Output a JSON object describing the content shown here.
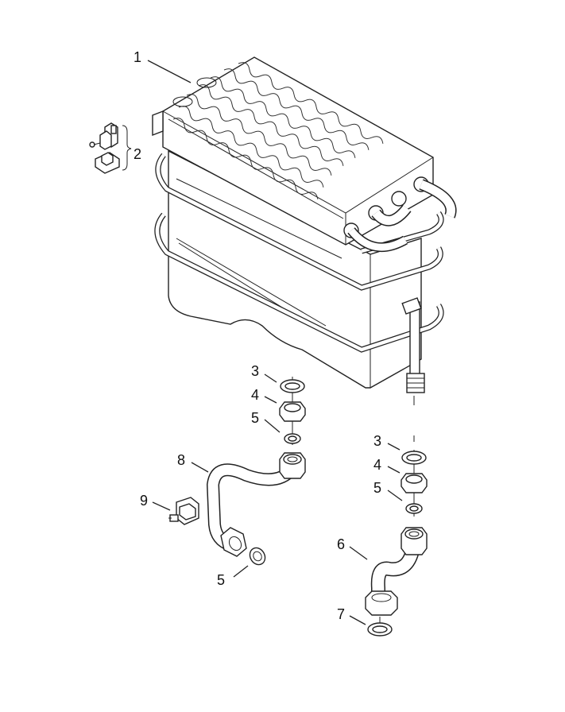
{
  "diagram": {
    "callouts": [
      {
        "id": "c1",
        "text": "1"
      },
      {
        "id": "c2",
        "text": "2"
      },
      {
        "id": "c3a",
        "text": "3"
      },
      {
        "id": "c4a",
        "text": "4"
      },
      {
        "id": "c5a",
        "text": "5"
      },
      {
        "id": "c3b",
        "text": "3"
      },
      {
        "id": "c4b",
        "text": "4"
      },
      {
        "id": "c5b",
        "text": "5"
      },
      {
        "id": "c8",
        "text": "8"
      },
      {
        "id": "c9",
        "text": "9"
      },
      {
        "id": "c5c",
        "text": "5"
      },
      {
        "id": "c6",
        "text": "6"
      },
      {
        "id": "c7",
        "text": "7"
      }
    ]
  }
}
